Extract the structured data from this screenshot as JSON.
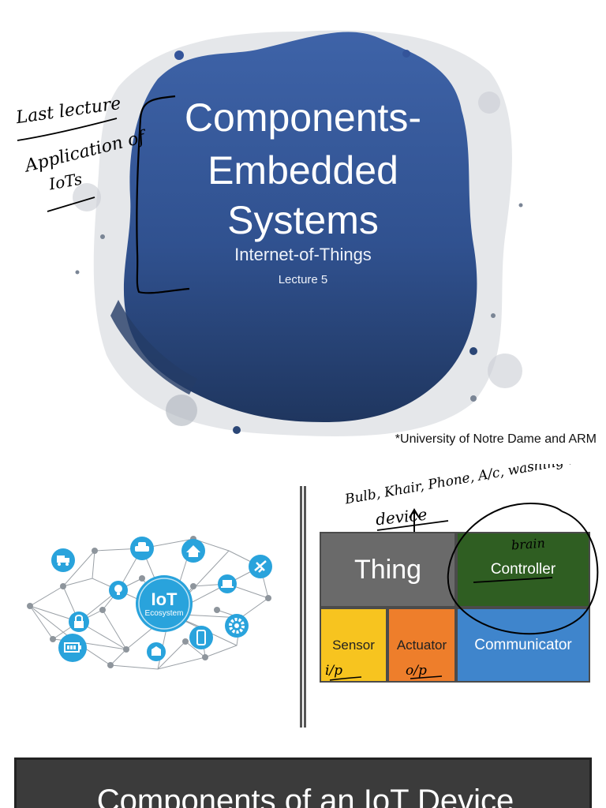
{
  "slide1": {
    "title_line1": "Components-",
    "title_line2": "Embedded",
    "title_line3": "Systems",
    "subtitle": "Internet-of-Things",
    "lecture": "Lecture 5",
    "footnote": "*University of Notre Dame and ARM",
    "handwriting": {
      "line1": "Last lecture",
      "line2": "Application of",
      "line3": "IoTs"
    }
  },
  "slide2": {
    "network_center": {
      "line1": "IoT",
      "line2": "Ecosystem"
    },
    "network_icons": [
      "truck-icon",
      "car-icon",
      "home-icon",
      "satellite-icon",
      "bulb-icon",
      "laptop-icon",
      "lock-icon",
      "gear-icon",
      "battery-icon",
      "phone-icon",
      "building-icon"
    ],
    "cells": {
      "thing": "Thing",
      "controller": "Controller",
      "sensor": "Sensor",
      "actuator": "Actuator",
      "communicator": "Communicator"
    },
    "colors": {
      "thing": "#6a6a6a",
      "controller": "#2f5e22",
      "sensor": "#f7c41f",
      "actuator": "#ee7e2b",
      "communicator": "#3f85cc",
      "network": "#29a3dc"
    },
    "handwriting": {
      "examples": "Bulb, Khair, Phone, A/c, washing m/c",
      "device": "device",
      "brain": "brain",
      "sensor_note": "i/p",
      "actuator_note": "o/p"
    }
  },
  "slide3": {
    "title": "Components of an IoT Device"
  }
}
